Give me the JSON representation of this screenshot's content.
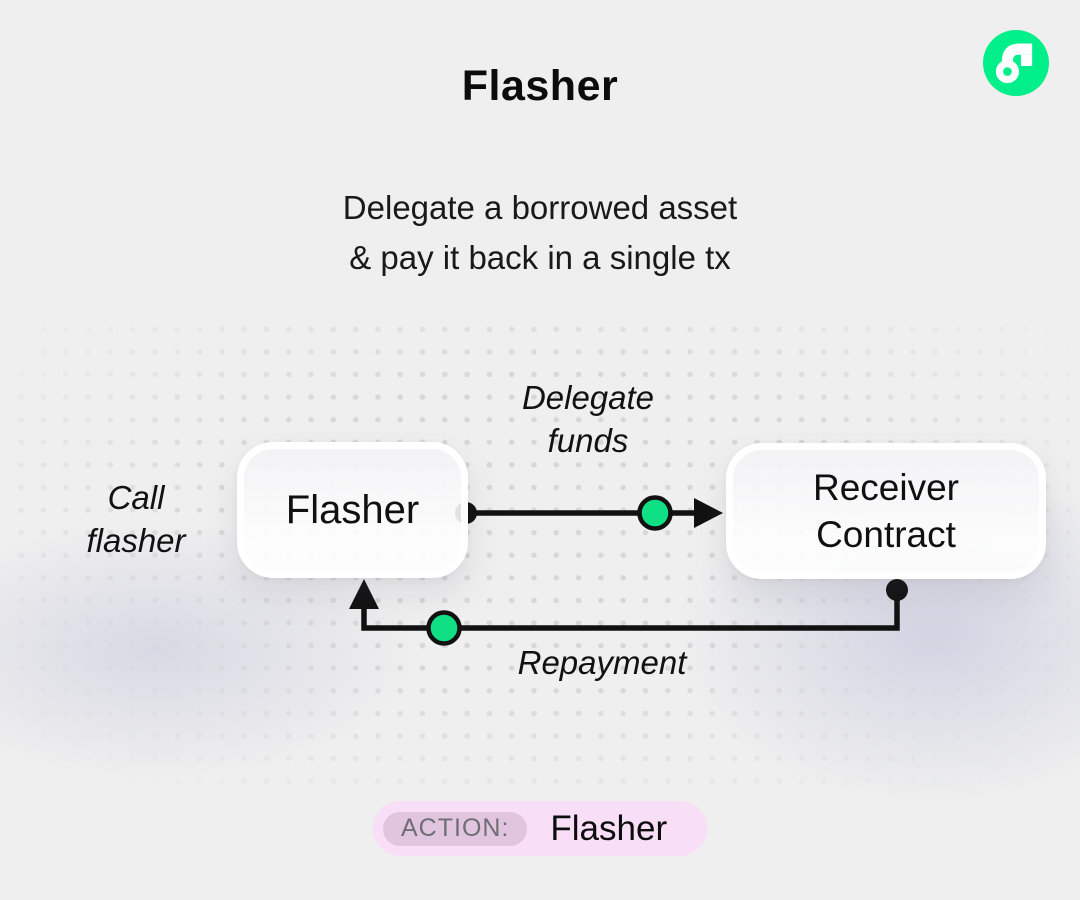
{
  "header": {
    "title": "Flasher",
    "subtitle_line1": "Delegate a borrowed asset",
    "subtitle_line2": "& pay it back in a single tx"
  },
  "logo": {
    "name": "flow-logo",
    "brand_green": "#00EF8B"
  },
  "diagram": {
    "left_label_line1": "Call",
    "left_label_line2": "flasher",
    "node_flasher_label": "Flasher",
    "node_receiver_line1": "Receiver",
    "node_receiver_line2": "Contract",
    "arrow_top_label_line1": "Delegate",
    "arrow_top_label_line2": "funds",
    "arrow_bottom_label": "Repayment",
    "accent_green": "#11DF84",
    "line_color": "#111111",
    "tint_lavender": "#E3E3ED"
  },
  "footer": {
    "action_label": "ACTION:",
    "action_value": "Flasher",
    "badge_bg": "#F8DEF6",
    "badge_chip_bg": "#E1C4DD"
  }
}
